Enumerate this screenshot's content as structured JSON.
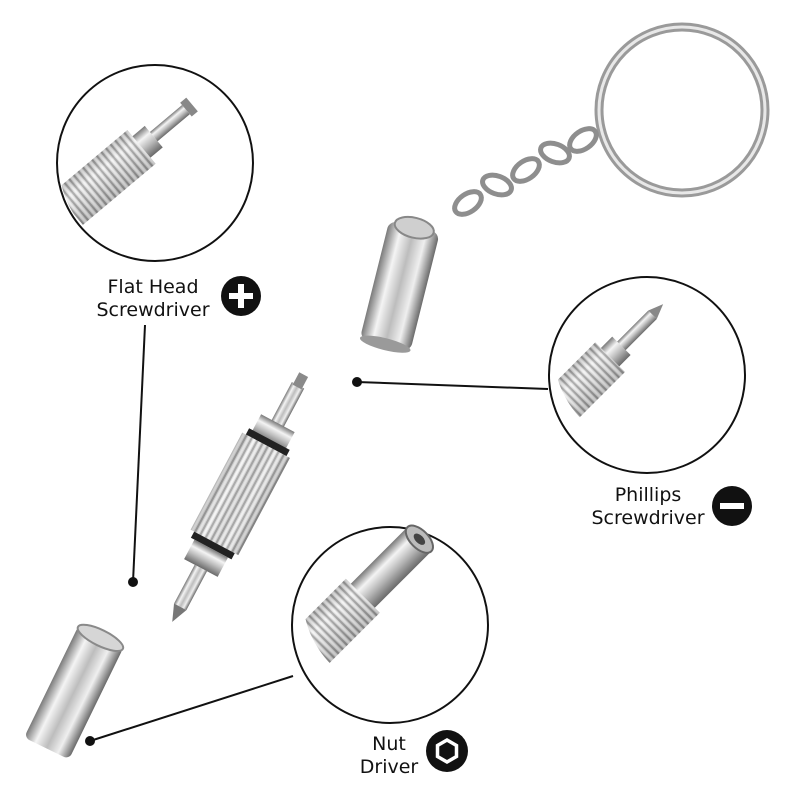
{
  "labels": {
    "flat_head": {
      "line1": "Flat Head",
      "line2": "Screwdriver",
      "icon": "plus-icon"
    },
    "phillips": {
      "line1": "Phillips",
      "line2": "Screwdriver",
      "icon": "minus-icon"
    },
    "nut_driver": {
      "line1": "Nut",
      "line2": "Driver",
      "icon": "hexagon-icon"
    }
  },
  "colors": {
    "background": "#ffffff",
    "ink": "#111111",
    "metal_light": "#f2f2f2",
    "metal_mid": "#bcbcbc",
    "metal_dark": "#6e6e6e"
  }
}
